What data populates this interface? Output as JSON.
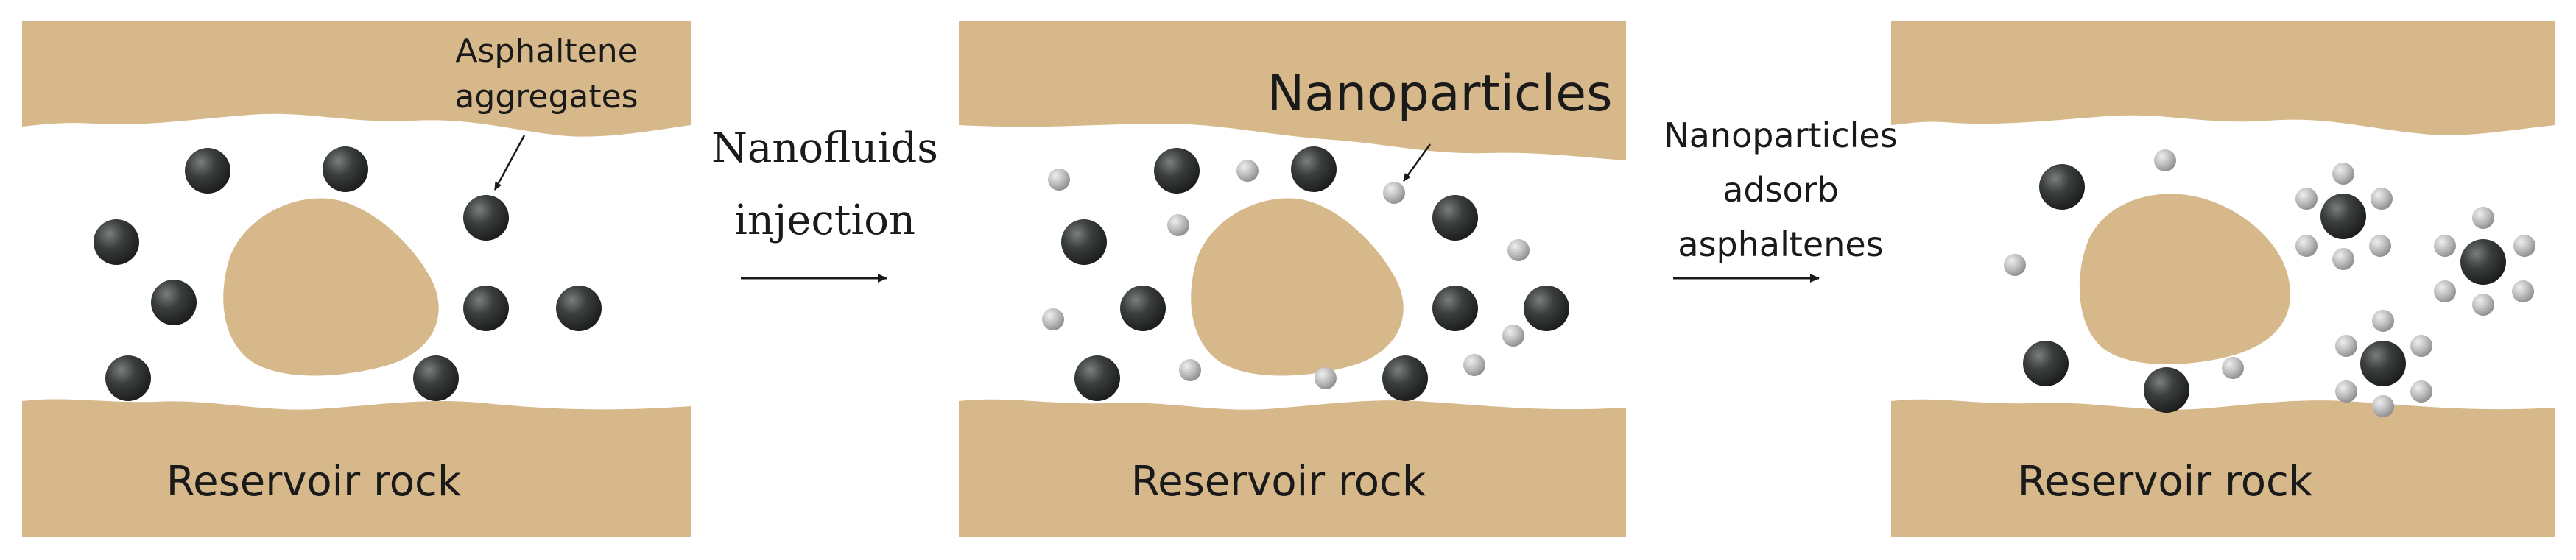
{
  "colors": {
    "rock": "#d6b88a",
    "rock_edge": "#c9a878",
    "asphaltene_dark": "#2b2e2d",
    "asphaltene_light": "#6b6f6d",
    "nanoparticle": "#b8b8b8",
    "nanoparticle_light": "#e2e2e2",
    "arrow": "#1a1a1a"
  },
  "panels": [
    {
      "id": "before",
      "rock_label": "Reservoir rock",
      "callout_label_line1": "Asphaltene",
      "callout_label_line2": "aggregates"
    },
    {
      "id": "injection",
      "rock_label": "Reservoir rock",
      "callout_label": "Nanoparticles"
    },
    {
      "id": "after",
      "rock_label": "Reservoir rock"
    }
  ],
  "arrows": [
    {
      "id": "step-1",
      "label_line1": "Nanofluids",
      "label_line2": "injection"
    },
    {
      "id": "step-2",
      "label_line1": "Nanoparticles",
      "label_line2": "adsorb",
      "label_line3": "asphaltenes"
    }
  ]
}
